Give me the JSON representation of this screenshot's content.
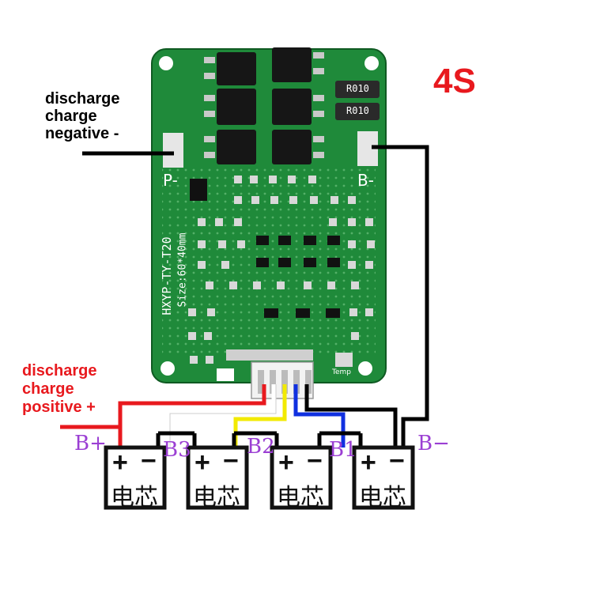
{
  "title": "4S",
  "labels": {
    "negative": [
      "discharge",
      "charge",
      "negative -"
    ],
    "positive": [
      "discharge",
      "charge",
      "positive +"
    ]
  },
  "board": {
    "silk_model": "HXYP-TY-T20",
    "silk_size": "Size:60*40mm",
    "pad_p": "P-",
    "pad_b": "B-",
    "resistor_1": "R010",
    "resistor_2": "R010",
    "temp": "Temp"
  },
  "nodes": [
    "B+",
    "B3",
    "B2",
    "B1",
    "B−"
  ],
  "cells": [
    {
      "plus": "+",
      "minus": "−",
      "text": "电芯"
    },
    {
      "plus": "+",
      "minus": "−",
      "text": "电芯"
    },
    {
      "plus": "+",
      "minus": "−",
      "text": "电芯"
    },
    {
      "plus": "+",
      "minus": "−",
      "text": "电芯"
    }
  ],
  "colors": {
    "board_green": "#1f8a3a",
    "title_red": "#e8191e",
    "node_purple": "#9b3fd3",
    "wire_red": "#e8191e",
    "wire_white": "#ffffff",
    "wire_yellow": "#f2ea00",
    "wire_blue": "#1030e0",
    "wire_black": "#000000"
  }
}
